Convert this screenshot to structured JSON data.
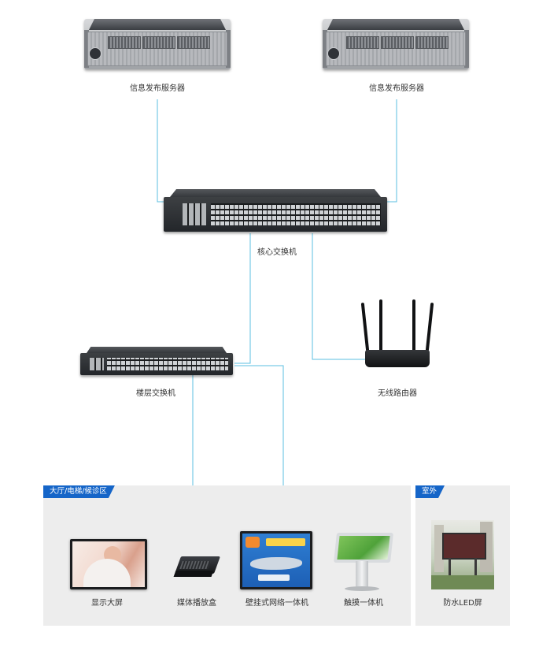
{
  "nodes": {
    "server1": "信息发布服务器",
    "server2": "信息发布服务器",
    "core_switch": "核心交换机",
    "wireless_router": "无线路由器",
    "floor_switch": "楼层交换机",
    "display_screen": "显示大屏",
    "media_box": "媒体播放盒",
    "wall_mount": "壁挂式网络一体机",
    "touch_kiosk": "触摸一体机",
    "outdoor_led": "防水LED屏"
  },
  "zones": {
    "indoor": "大厅/电梯/候诊区",
    "outdoor": "室外"
  },
  "colors": {
    "link": "#5bbfe0",
    "hdmi": "#d94fbf",
    "tag": "#1565c8",
    "panel": "#ededed"
  }
}
